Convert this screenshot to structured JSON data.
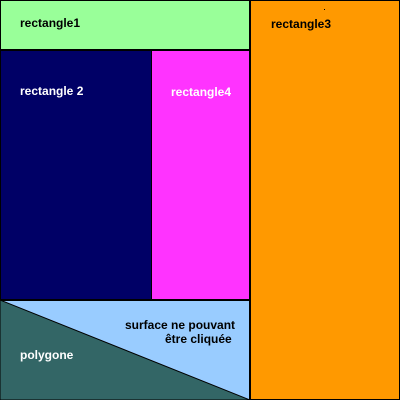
{
  "colors": {
    "rectangle1": "#99ff99",
    "rectangle2": "#000066",
    "rectangle3": "#ff9900",
    "rectangle4": "#ff33ff",
    "non_clickable_surface": "#99ccff",
    "polygon": "#336666",
    "outline": "#000000"
  },
  "labels": {
    "rectangle1": "rectangle1",
    "rectangle2": "rectangle 2",
    "rectangle3": "rectangle3",
    "rectangle4": "rectangle4",
    "polygon": "polygone",
    "non_clickable_line1": "surface ne pouvant",
    "non_clickable_line2": "être cliquée"
  }
}
